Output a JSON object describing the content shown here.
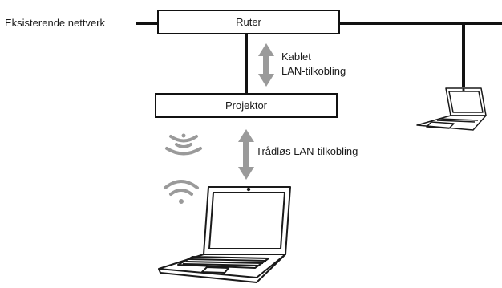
{
  "existing_network_label": "Eksisterende nettverk",
  "router_label": "Ruter",
  "projector_label": "Projektor",
  "wired_connection_label_line1": "Kablet",
  "wired_connection_label_line2": "LAN-tilkobling",
  "wireless_connection_label": "Trådløs LAN-tilkobling",
  "colors": {
    "line": "#111111",
    "arrow": "#9a9a9a",
    "wifi": "#9a9a9a",
    "laptop_stroke": "#1a1a1a"
  },
  "icons": [
    "double-arrow-icon",
    "wifi-signal-icon",
    "laptop-icon"
  ]
}
